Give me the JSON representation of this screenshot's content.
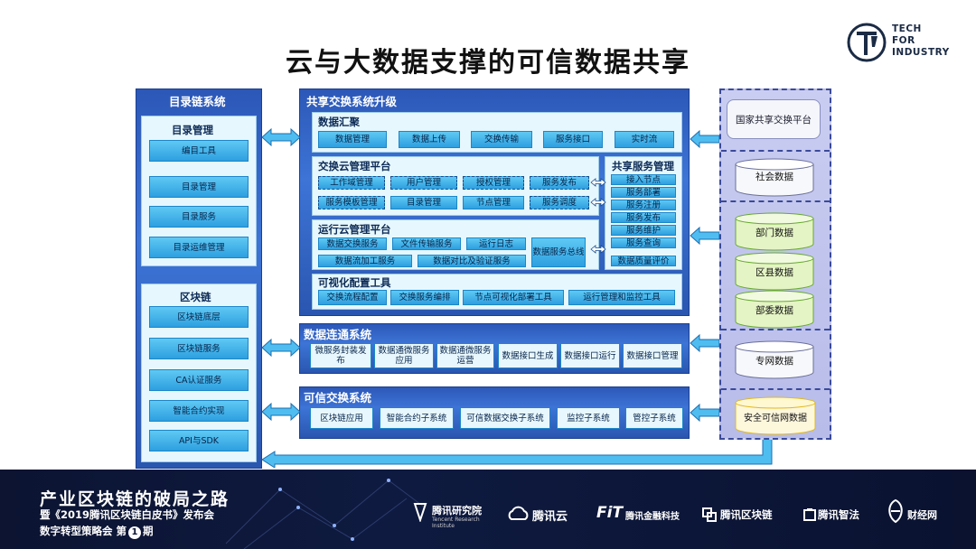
{
  "title": "云与大数据支撑的可信数据共享",
  "logo": {
    "line1": "TECH",
    "line2": "FOR",
    "line3": "INDUSTRY"
  },
  "catalog": {
    "header": "目录链系统",
    "mgmt_title": "目录管理",
    "mgmt_items": [
      "编目工具",
      "目录管理",
      "目录服务",
      "目录运维管理"
    ],
    "chain_title": "区块链",
    "chain_items": [
      "区块链底层",
      "区块链服务",
      "CA认证服务",
      "智能合约实现",
      "API与SDK"
    ]
  },
  "exchange": {
    "header": "共享交换系统升级",
    "gather": {
      "title": "数据汇聚",
      "items": [
        "数据管理",
        "数据上传",
        "交换传输",
        "服务接口",
        "实时流"
      ]
    },
    "cloud": {
      "title": "交换云管理平台",
      "row1": [
        "工作域管理",
        "用户管理",
        "授权管理",
        "服务发布"
      ],
      "row2": [
        "服务模板管理",
        "目录管理",
        "节点管理",
        "服务调度"
      ]
    },
    "runtime": {
      "title": "运行云管理平台",
      "row1": [
        "数据交换服务",
        "文件传输服务",
        "运行日志"
      ],
      "row2": [
        "数据流加工服务",
        "数据对比及验证服务"
      ],
      "bus": "数据服务总线"
    },
    "share_mgmt": {
      "title": "共享服务管理",
      "items": [
        "接入节点",
        "服务部署",
        "服务注册",
        "服务发布",
        "服务维护",
        "服务查询",
        "数据质量评价"
      ]
    },
    "visual": {
      "title": "可视化配置工具",
      "items": [
        "交换流程配置",
        "交换服务编排",
        "节点可视化部署工具",
        "运行管理和监控工具"
      ]
    }
  },
  "connect": {
    "header": "数据连通系统",
    "items": [
      "微服务封装发布",
      "数据通微服务应用",
      "数据通微服务运营",
      "数据接口生成",
      "数据接口运行",
      "数据接口管理"
    ]
  },
  "trusted": {
    "header": "可信交换系统",
    "items": [
      "区块链应用",
      "智能合约子系统",
      "可信数据交换子系统",
      "监控子系统",
      "管控子系统"
    ]
  },
  "right": {
    "platform": "国家共享交换平台",
    "social": "社会数据",
    "dept": "部门数据",
    "district": "区县数据",
    "ministry": "部委数据",
    "private": "专网数据",
    "secure": "安全可信网数据"
  },
  "footer": {
    "line1": "产业区块链的破局之路",
    "line2": "暨《2019腾讯区块链白皮书》发布会",
    "line3": "数字转型策略会 第",
    "issue": "1",
    "line3b": "期",
    "sponsors": [
      "腾讯研究院",
      "腾讯云",
      "腾讯金融科技",
      "腾讯区块链",
      "腾讯智法",
      "财经网"
    ],
    "tri_sub": "Tencent Research Institute",
    "fit": "FiT"
  },
  "colors": {
    "panel": "#3366c8",
    "button": "#3fb2ea",
    "right_bg": "#c0c4ee",
    "footer": "#0c1432"
  }
}
